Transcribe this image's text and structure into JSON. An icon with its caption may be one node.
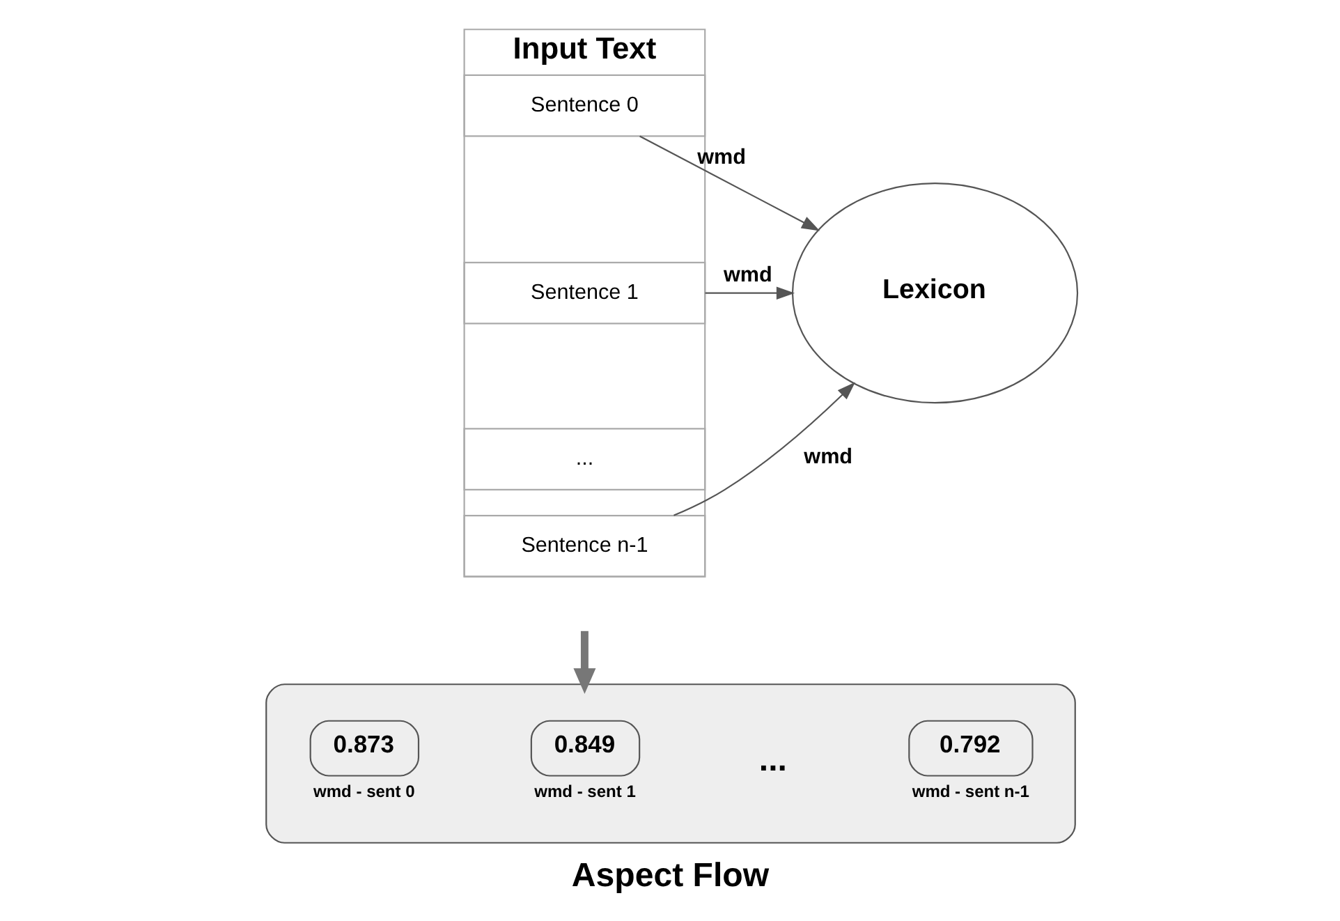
{
  "diagram": {
    "caption": "Aspect Flow",
    "nodes": [
      {
        "text": [
          "Input Text"
        ]
      },
      {
        "text": [
          "Sentence 0"
        ],
        "in": 0
      },
      {
        "text": [
          "Sentence 1"
        ],
        "in": 0
      },
      {
        "text": [
          "..."
        ],
        "in": 0
      },
      {
        "text": [
          "Sentence n-1"
        ],
        "in": 0
      },
      {
        "text": [
          "Lexicon"
        ]
      },
      {
        "text": [],
        "shape": "box"
      },
      {
        "text": [
          "0.873"
        ],
        "beside": [
          "wmd - sent 0"
        ],
        "in": 6
      },
      {
        "text": [
          "0.849"
        ],
        "beside": [
          "wmd - sent 1"
        ],
        "in": 6
      },
      {
        "text": [
          "0.792"
        ],
        "beside": [
          "wmd - sent n-1"
        ],
        "in": 6
      }
    ],
    "edges": [
      {
        "from": 1,
        "to": 5,
        "arrow": "to",
        "label": "wmd"
      },
      {
        "from": 2,
        "to": 5,
        "arrow": "to",
        "label": "wmd"
      },
      {
        "from": 4,
        "to": 5,
        "arrow": "to",
        "label": "wmd"
      },
      {
        "from": null,
        "to": 6,
        "arrow": "to",
        "style": "thick"
      }
    ],
    "labels": [
      "..."
    ]
  }
}
